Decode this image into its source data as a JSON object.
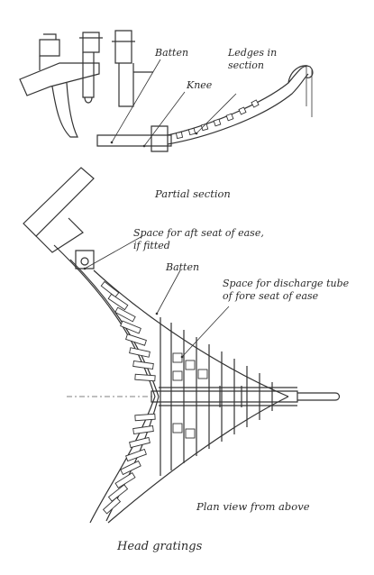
{
  "labels": {
    "batten_top": "Batten",
    "knee": "Knee",
    "ledges_line1": "Ledges in",
    "ledges_line2": "section",
    "partial_section": "Partial section",
    "aft_seat_line1": "Space for aft seat of ease,",
    "aft_seat_line2": "if fitted",
    "batten_plan": "Batten",
    "discharge_line1": "Space for discharge tube",
    "discharge_line2": "of fore seat of ease",
    "plan_view": "Plan view from above",
    "title": "Head gratings"
  }
}
